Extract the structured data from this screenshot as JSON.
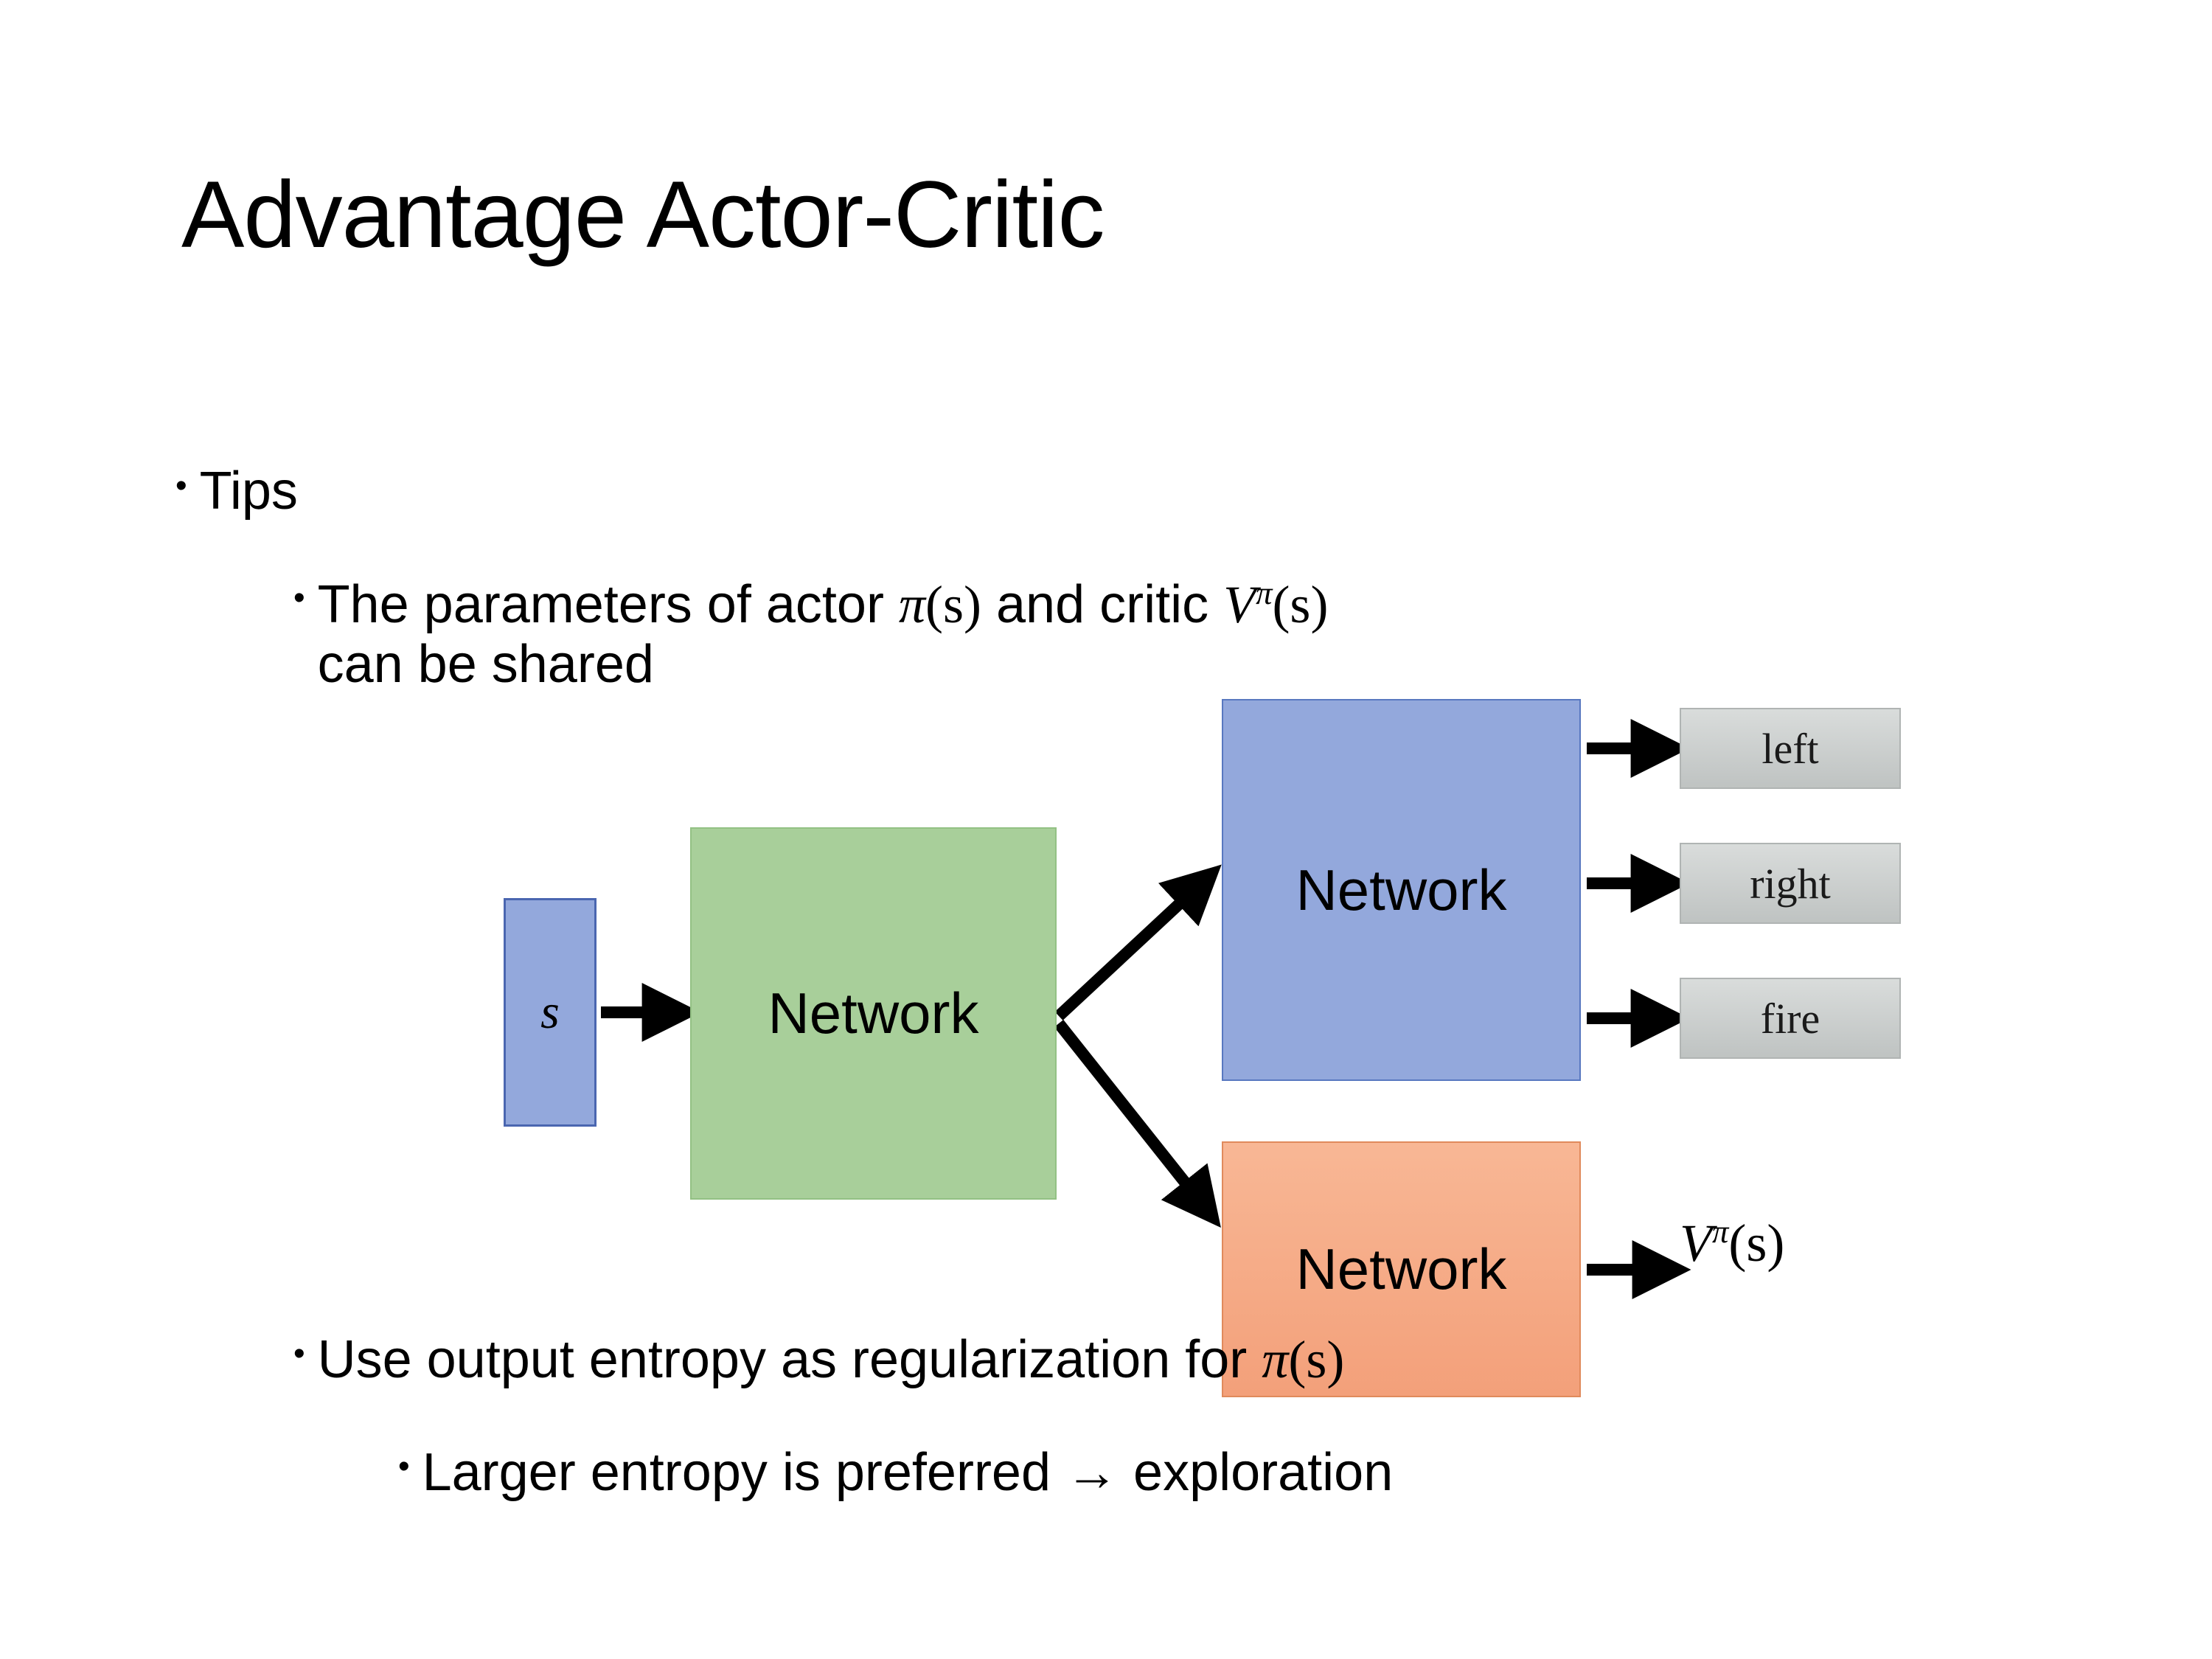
{
  "slide": {
    "title": "Advantage Actor-Critic",
    "background_color": "#ffffff",
    "text_color": "#000000"
  },
  "bullets": {
    "tips": {
      "marker": "•",
      "text": "Tips"
    },
    "parameters": {
      "marker": "•",
      "line1_prefix": "The parameters of actor ",
      "actor_symbol": "π",
      "actor_arg": "(s)",
      "line1_mid": "  and critic ",
      "critic_symbol": "V",
      "critic_sup": "π",
      "critic_arg": "(s)",
      "line2": "can be shared"
    },
    "entropy": {
      "marker": "•",
      "text_prefix": "Use output entropy as regularization for ",
      "policy_symbol": "π",
      "policy_arg": "(s)"
    },
    "larger": {
      "marker": "•",
      "text": "Larger entropy is preferred → exploration"
    }
  },
  "diagram": {
    "state_box": {
      "label": "s",
      "fill": "#93a8dc",
      "border": "#4a66b0"
    },
    "shared_network": {
      "label": "Network",
      "fill": "#a8cf9a",
      "border": "#93c184"
    },
    "actor_network": {
      "label": "Network",
      "fill": "#93a8dc",
      "border": "#5878c0"
    },
    "critic_network": {
      "label": "Network",
      "fill": "#f3a07a",
      "border": "#e08a5c"
    },
    "actions": [
      {
        "label": "left",
        "fill": "#c8cccb"
      },
      {
        "label": "right",
        "fill": "#c8cccb"
      },
      {
        "label": "fire",
        "fill": "#c8cccb"
      }
    ],
    "value_output": {
      "symbol": "V",
      "superscript": "π",
      "argument": "(s)"
    },
    "arrow_color": "#000000"
  }
}
